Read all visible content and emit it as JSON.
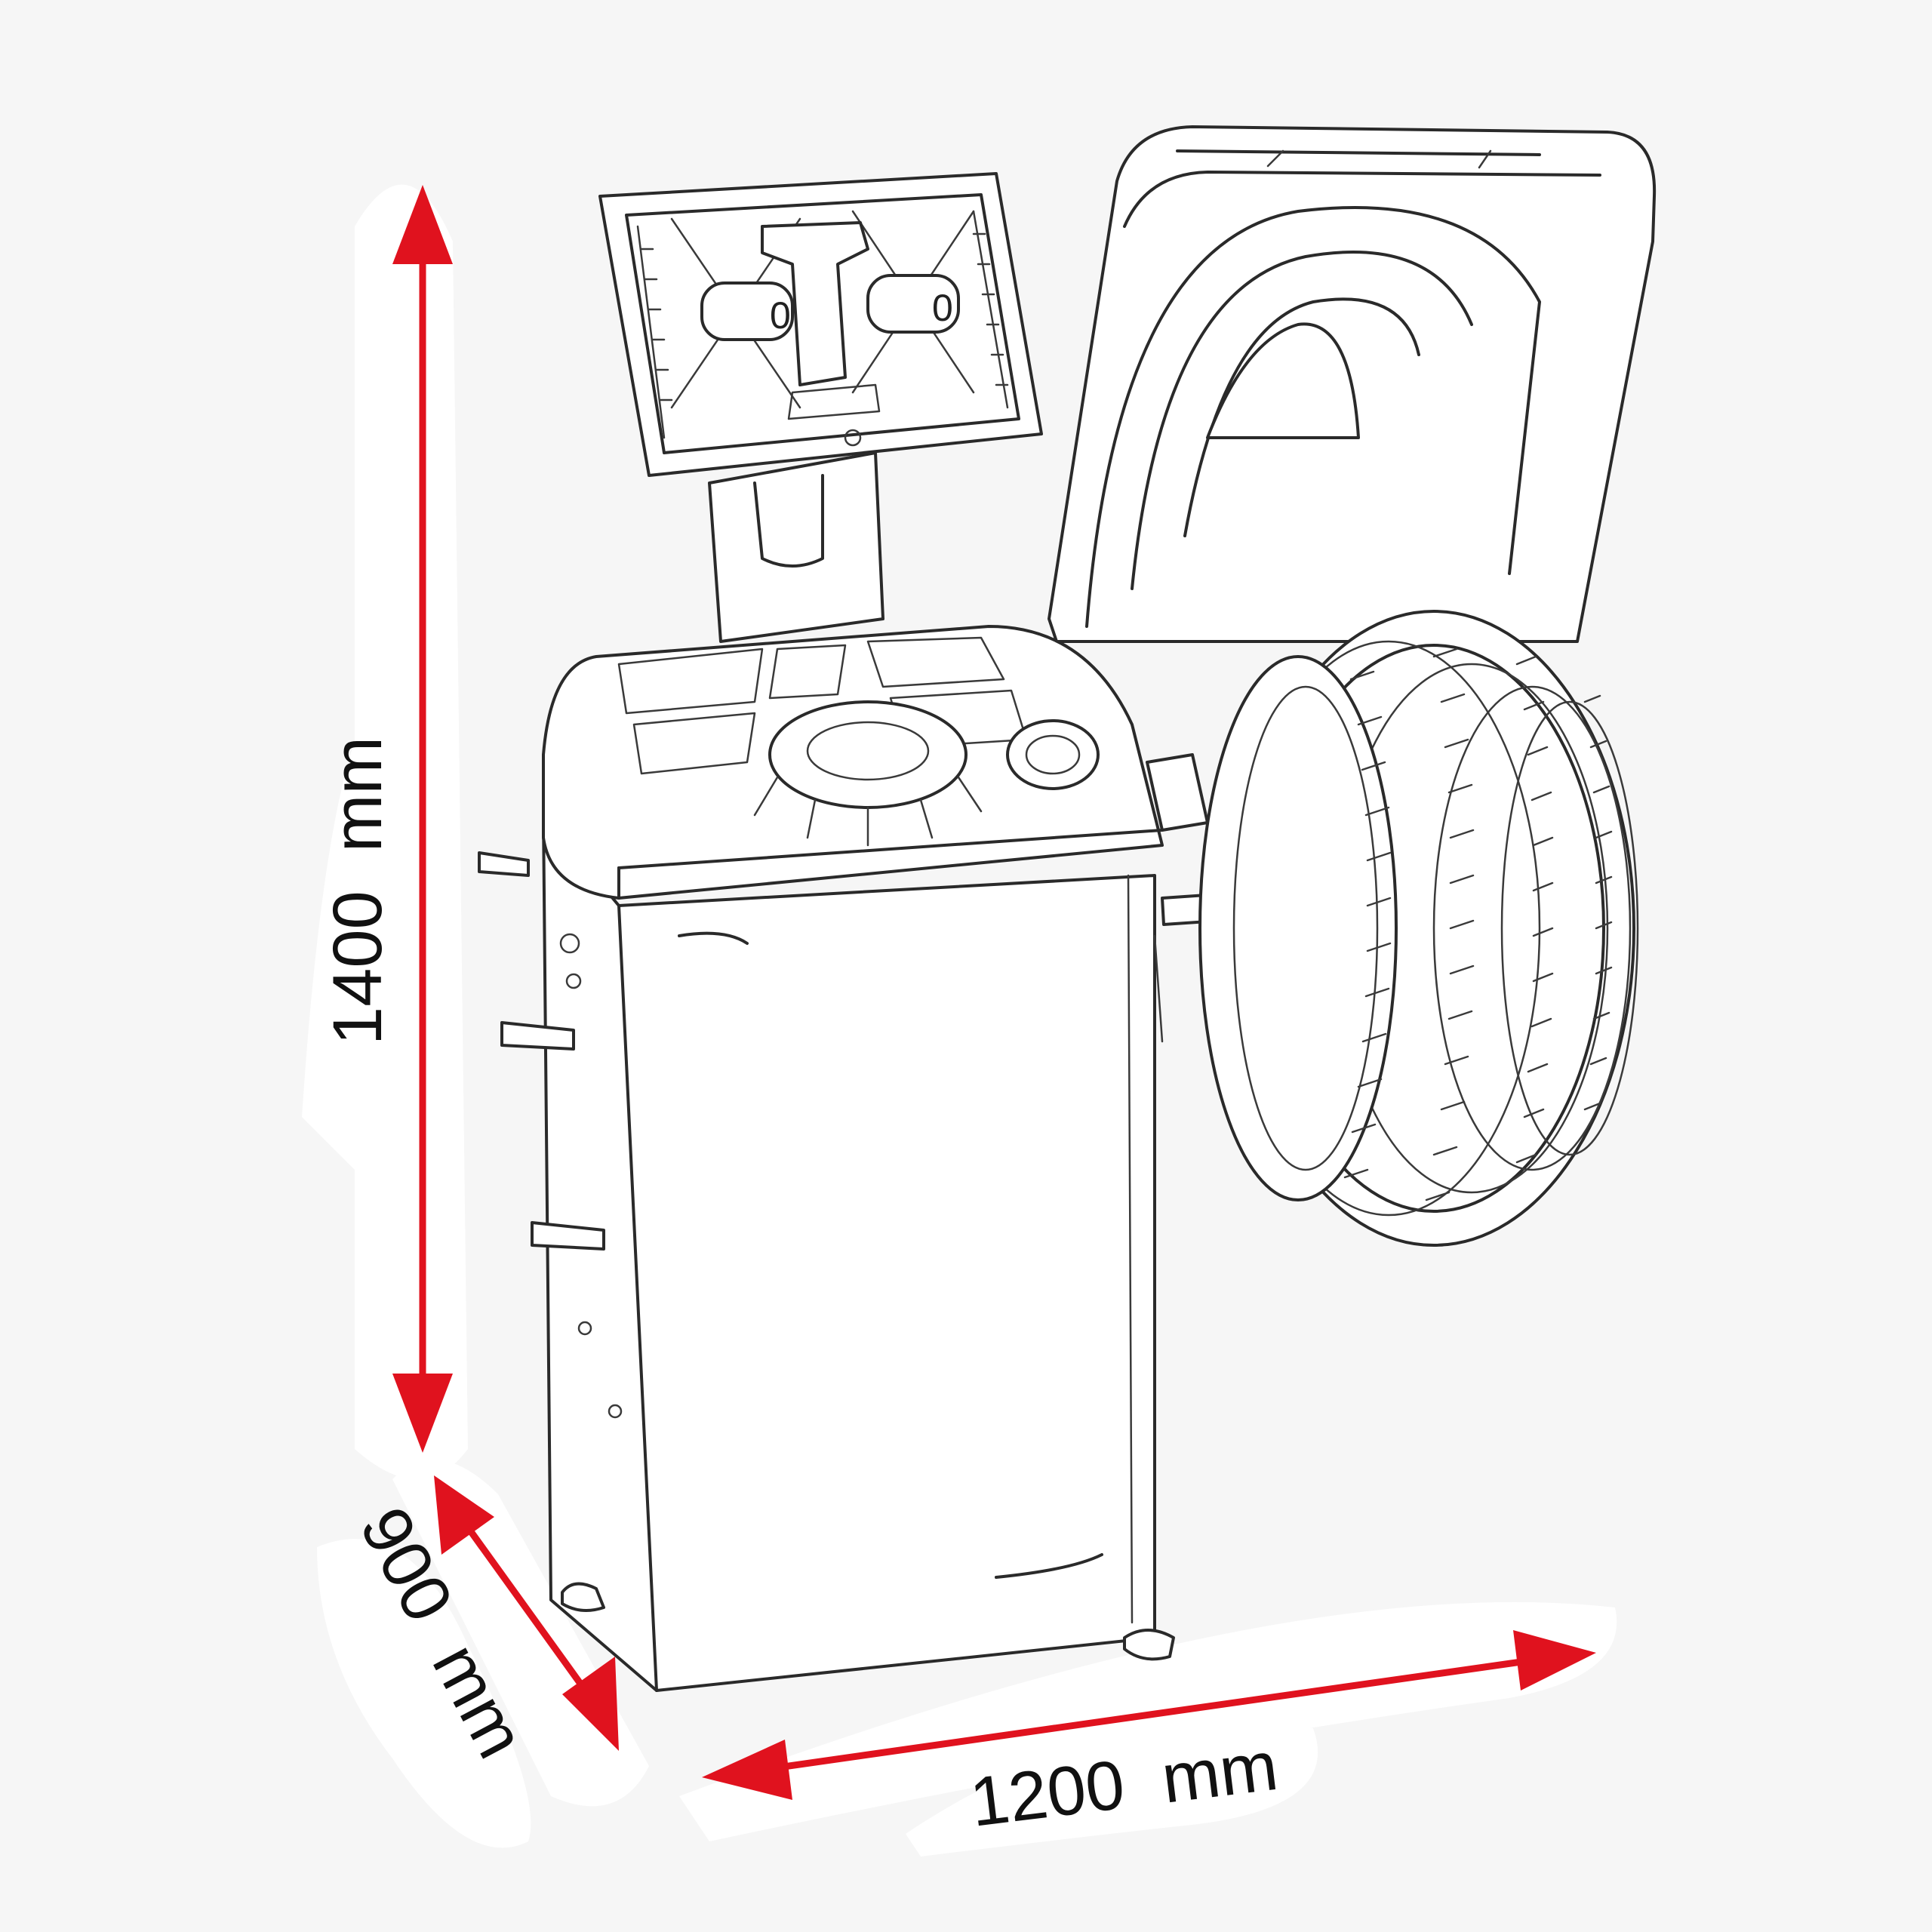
{
  "dimensions": {
    "height_label": "1400  mm",
    "depth_label": "900  mm",
    "width_label": "1200  mm"
  },
  "colors": {
    "background": "#f6f6f6",
    "arrow": "#e0121e",
    "halo": "#ffffff",
    "line_art": "#2a2a2a"
  },
  "monitor": {
    "left_readout": "0",
    "right_readout": "0"
  }
}
